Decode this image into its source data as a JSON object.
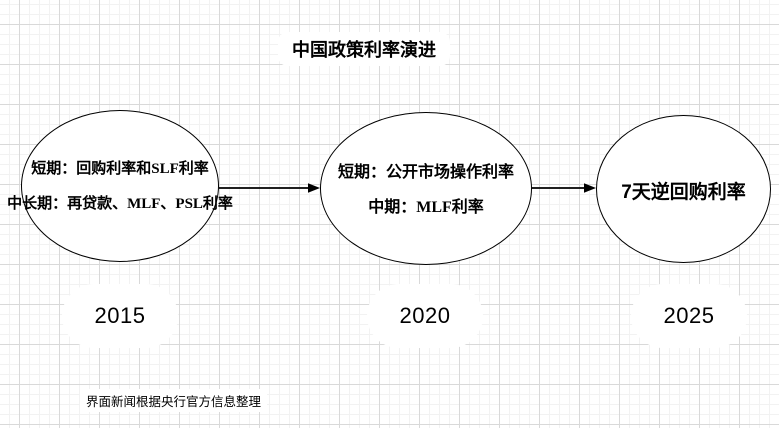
{
  "title": "中国政策利率演进",
  "source": "界面新闻根据央行官方信息整理",
  "nodes": [
    {
      "year": "2015",
      "line1": "短期：回购利率和SLF利率",
      "line2": "中长期：再贷款、MLF、PSL利率"
    },
    {
      "year": "2020",
      "line1": "短期：公开市场操作利率",
      "line2": "中期：MLF利率"
    },
    {
      "year": "2025",
      "line1": "7天逆回购利率"
    }
  ],
  "arrows": [
    {
      "from": "2015",
      "to": "2020"
    },
    {
      "from": "2020",
      "to": "2025"
    }
  ],
  "colors": {
    "background": "#ffffff",
    "grid_major": "#d9d9d9",
    "grid_minor": "#f2f2f2",
    "shape_stroke": "#000000",
    "shape_fill": "#ffffff",
    "text": "#000000"
  }
}
